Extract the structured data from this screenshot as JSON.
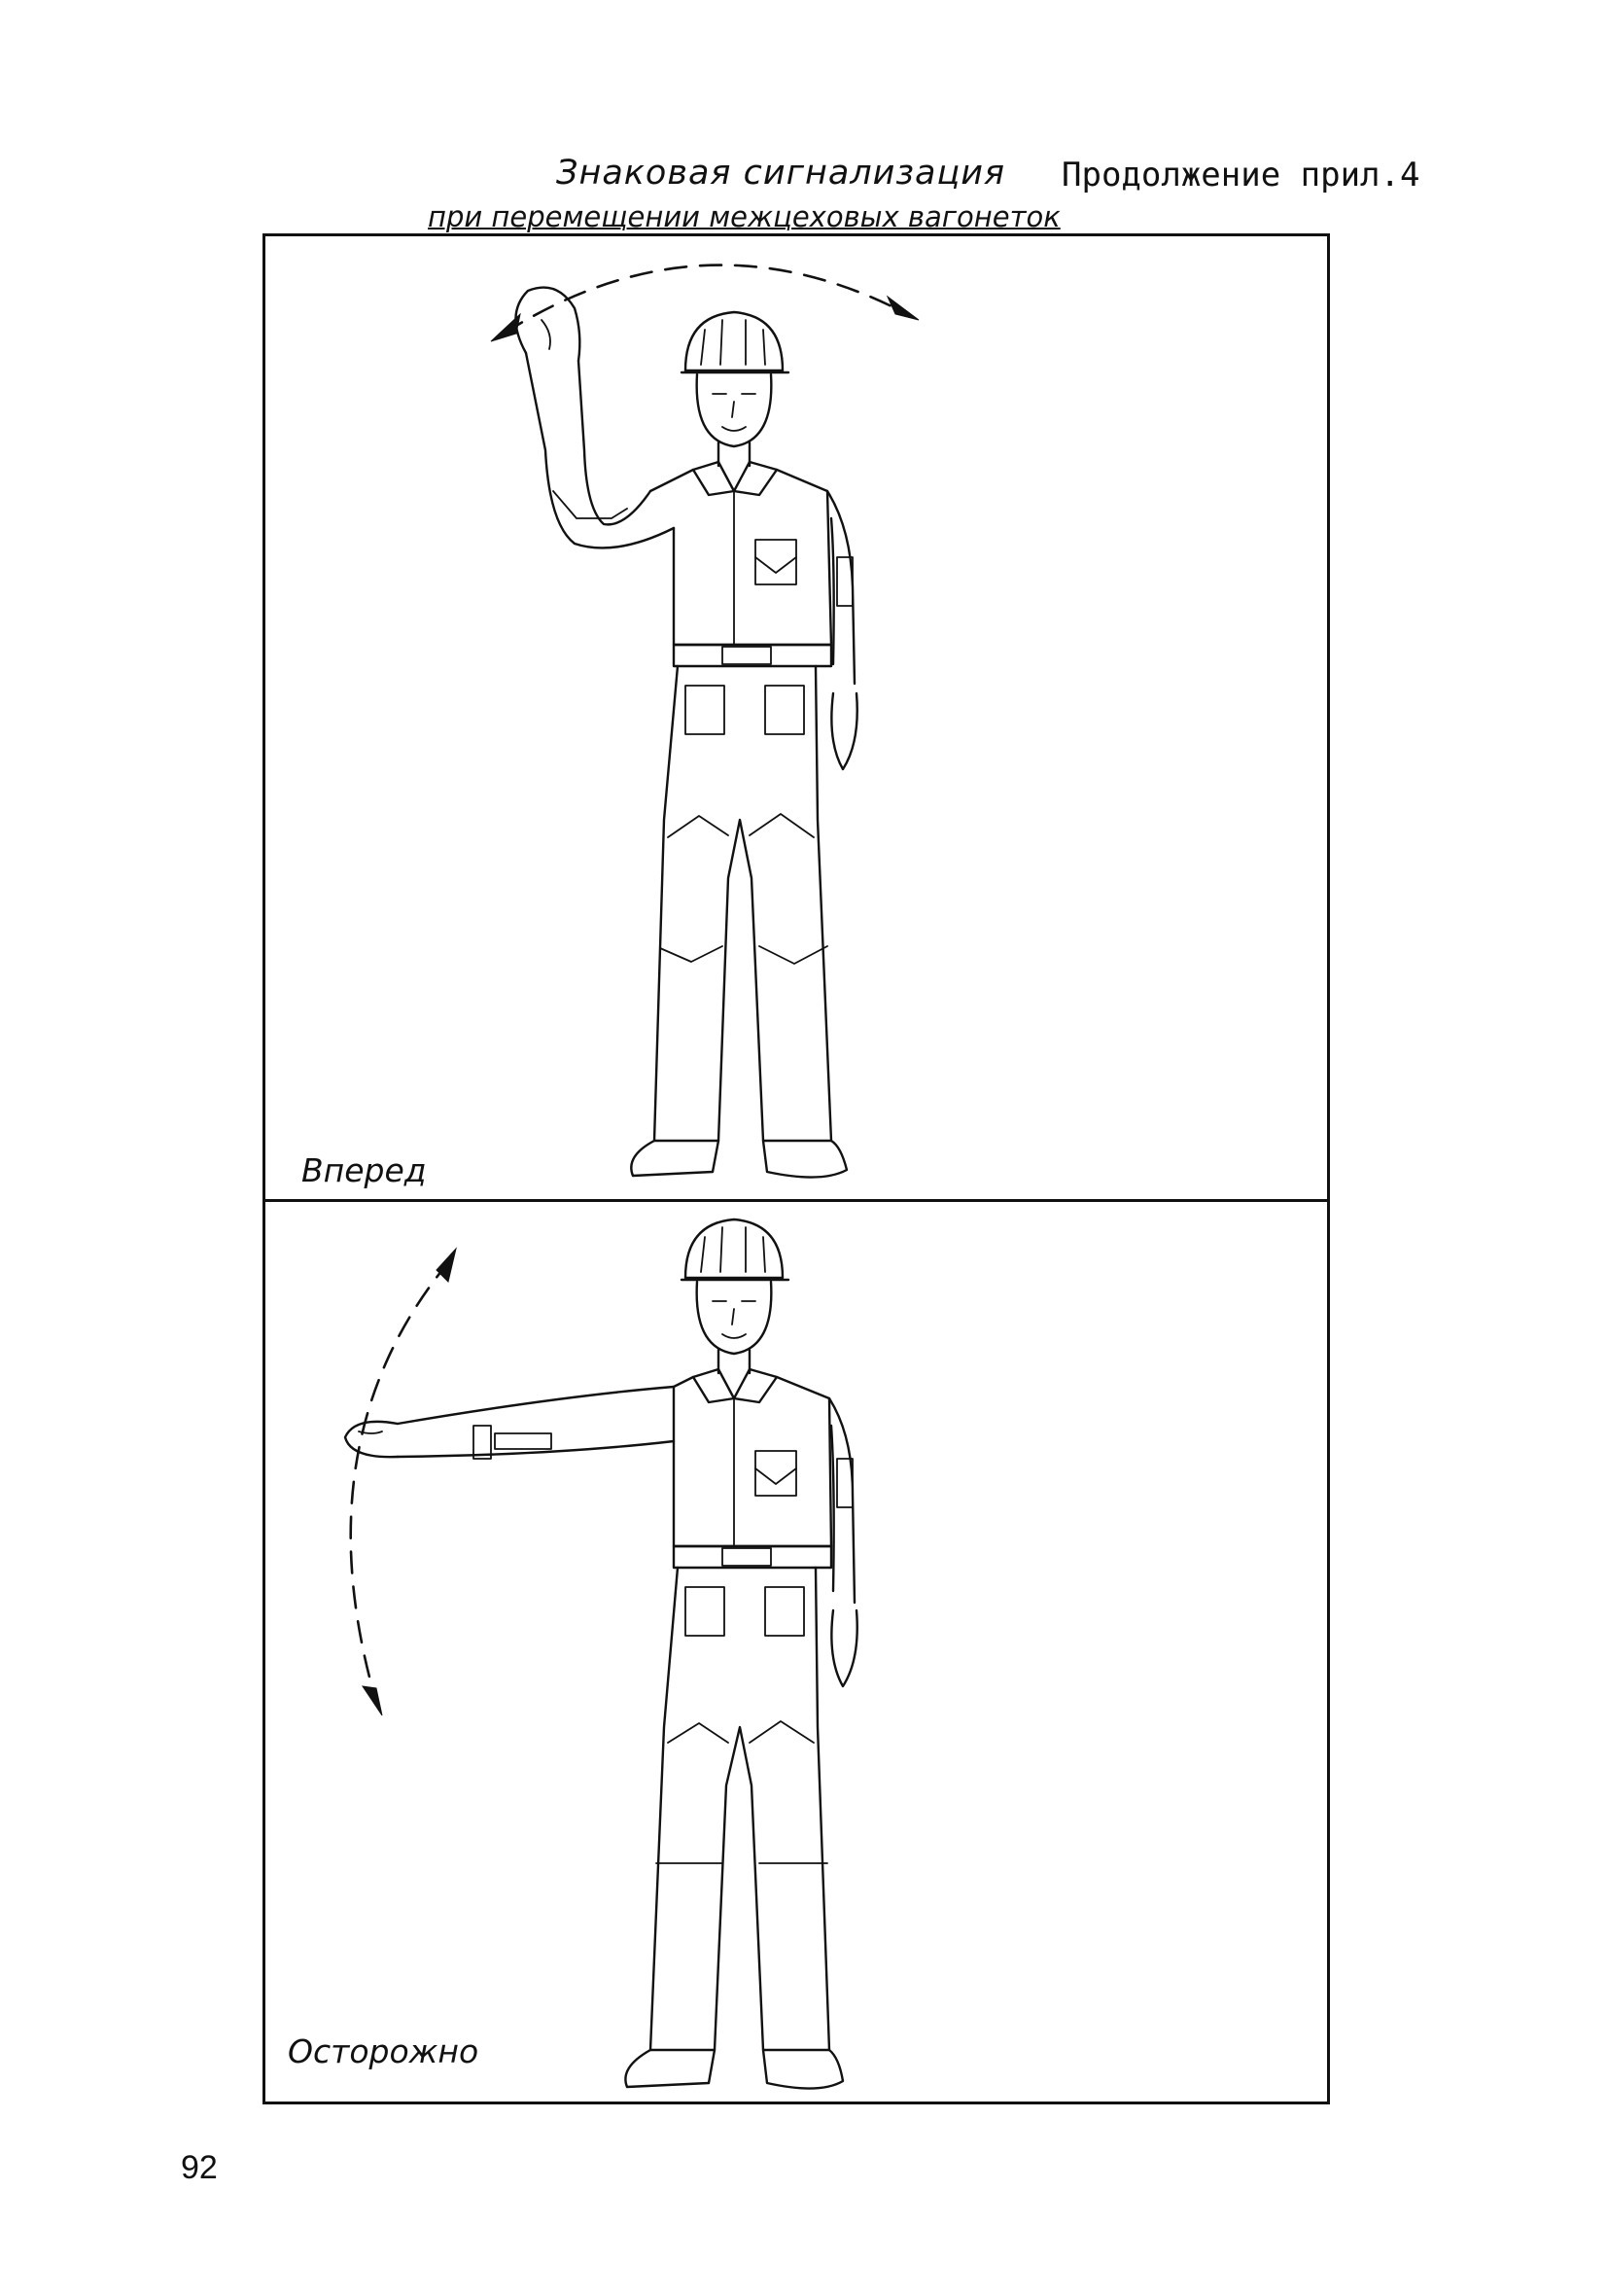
{
  "header": {
    "title": "Знаковая сигнализация",
    "subtitle": "при перемещении межцеховых вагонеток",
    "continuation": "Продолжение прил.4"
  },
  "panels": [
    {
      "caption": "Вперед",
      "gesture": "arm raised, waving overhead"
    },
    {
      "caption": "Осторожно",
      "gesture": "arm extended sideways, moving up and down"
    }
  ],
  "footer": {
    "page_number": "92"
  }
}
